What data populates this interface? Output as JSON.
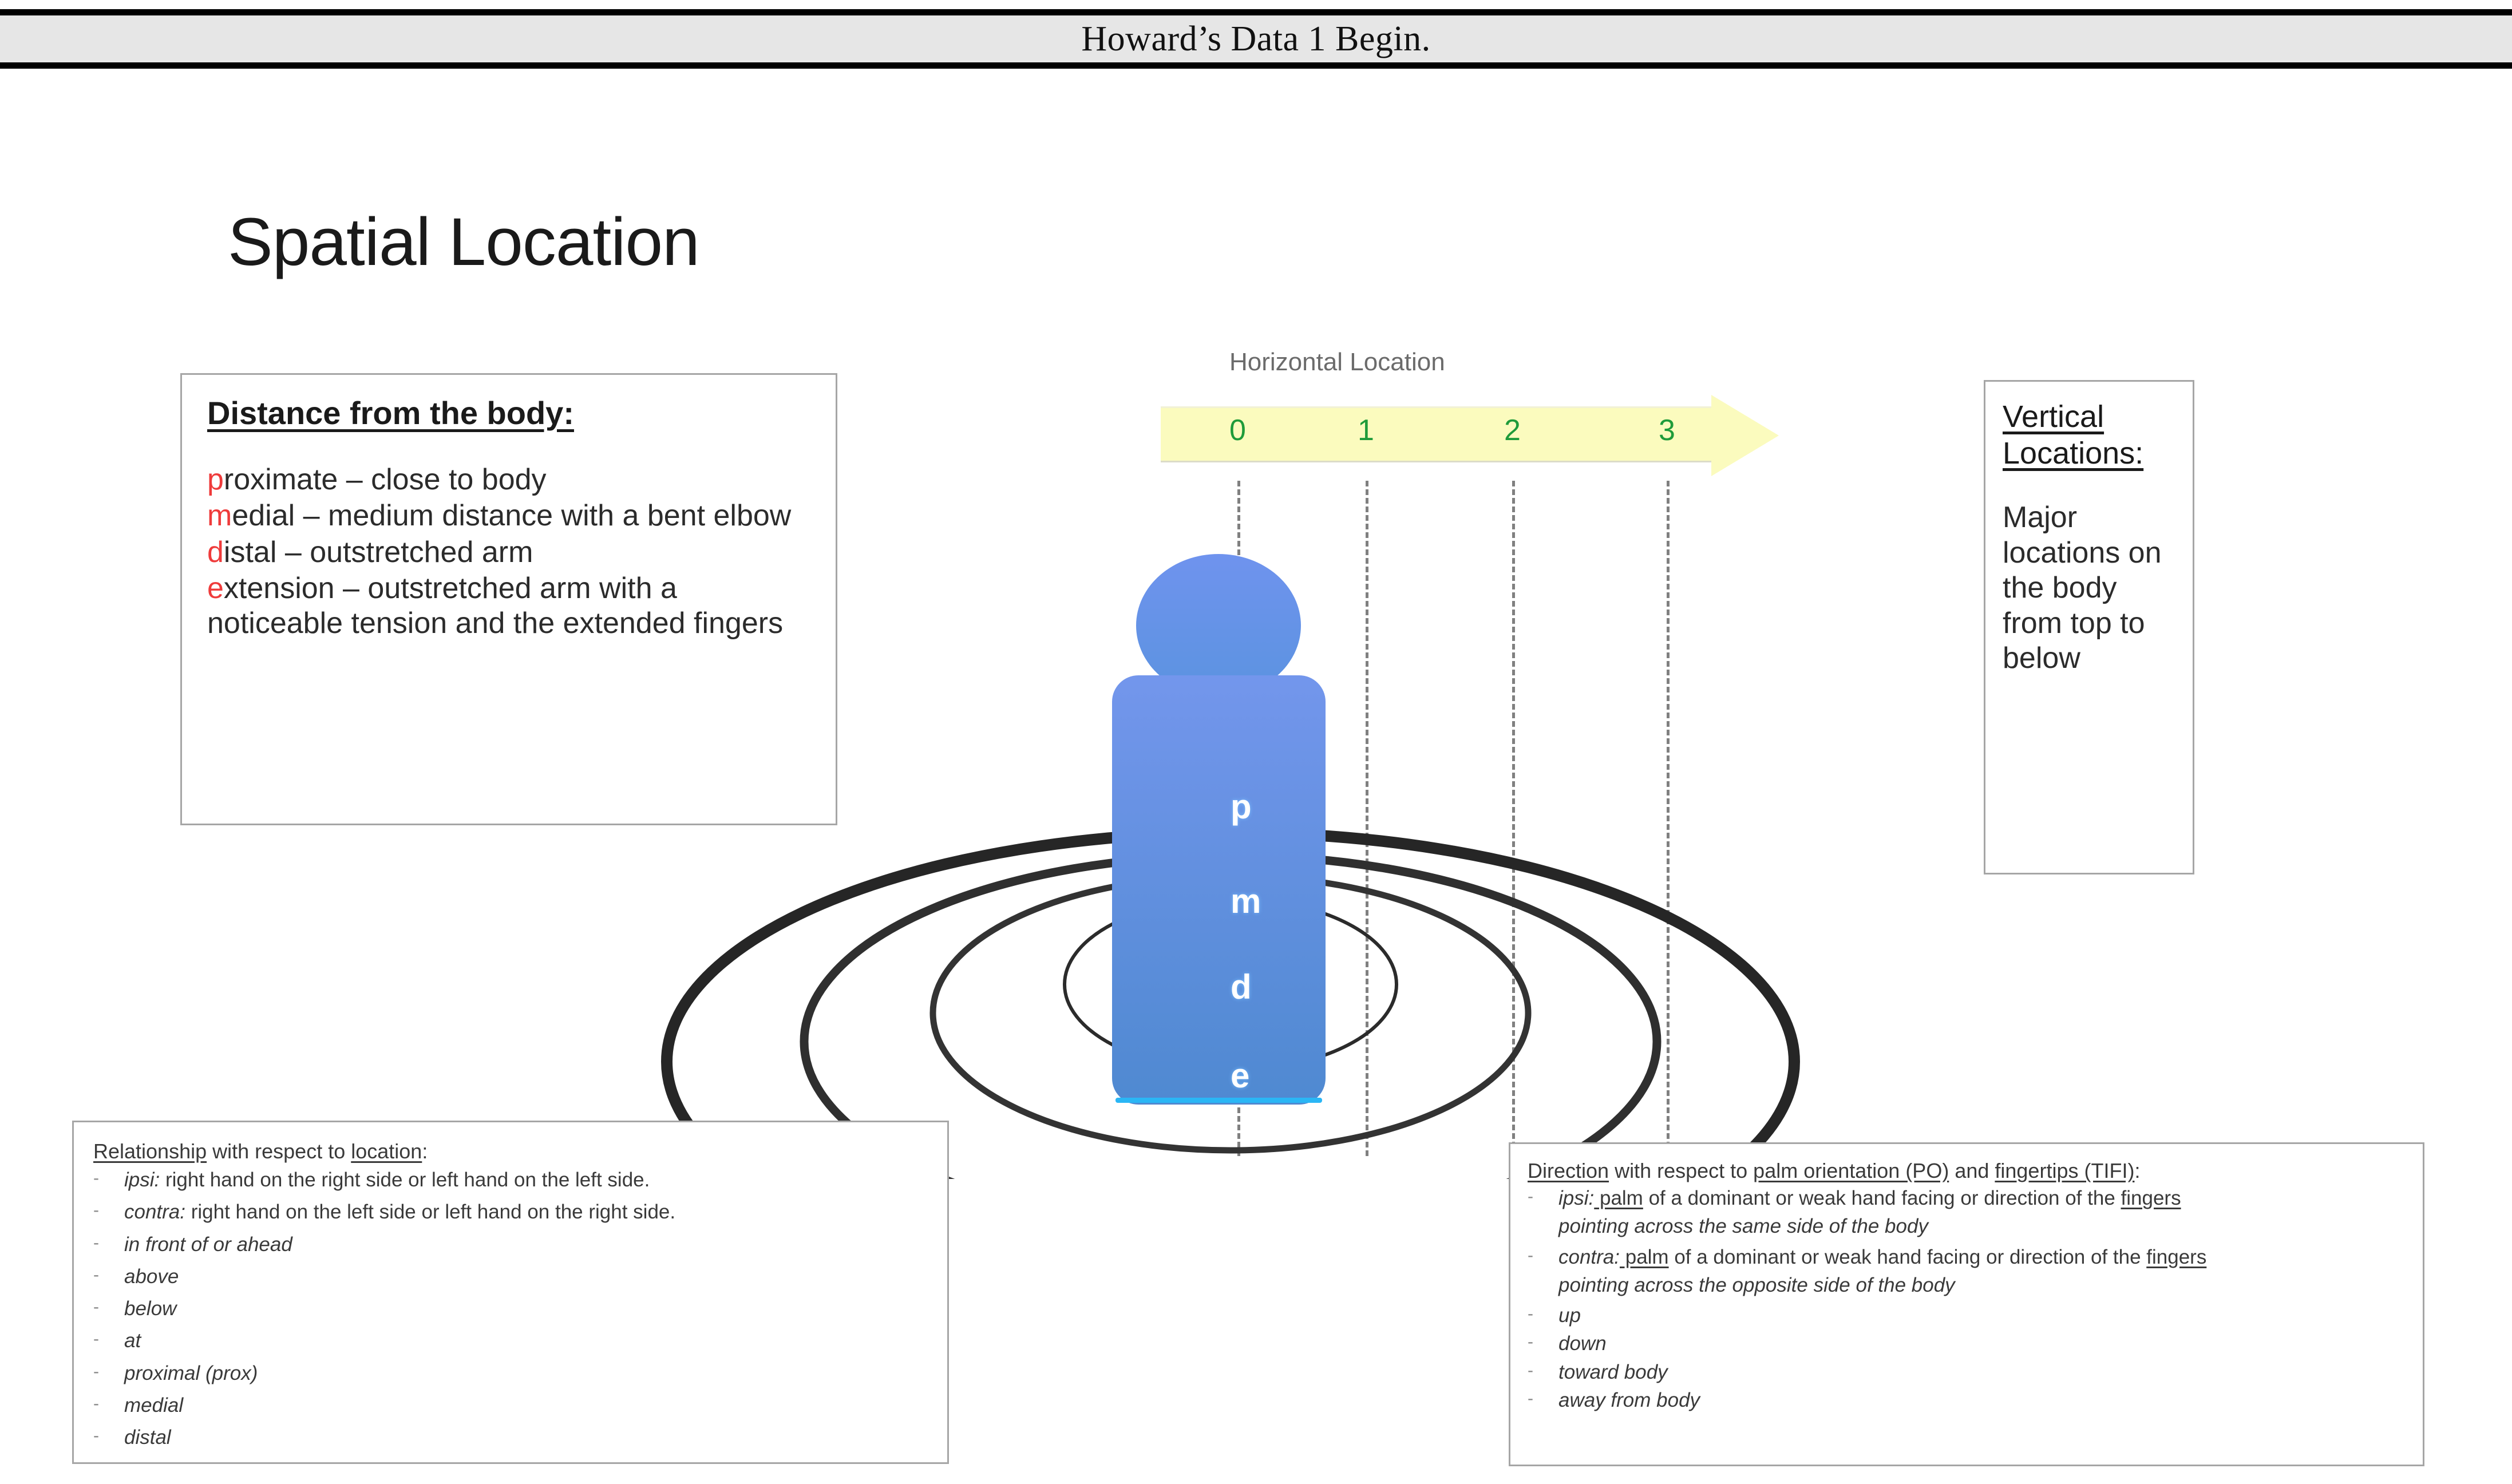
{
  "header": {
    "title": "Howard’s Data 1 Begin."
  },
  "slide": {
    "title": "Spatial Location"
  },
  "distance_box": {
    "heading": "Distance from the body:",
    "entries": [
      {
        "initial": "p",
        "rest": "roximate – close to body"
      },
      {
        "initial": "m",
        "rest": "edial – medium distance with a bent elbow"
      },
      {
        "initial": "d",
        "rest": "istal – outstretched arm"
      },
      {
        "initial": "e",
        "rest": "xtension – outstretched arm with a noticeable tension and the extended fingers"
      }
    ],
    "initial_color": "#ef3b3b"
  },
  "vertical_box": {
    "heading_line1": "Vertical",
    "heading_line2": "Locations:",
    "body": "Major locations on the body from top to below"
  },
  "horizontal_axis": {
    "label": "Horizontal Location",
    "ticks": [
      "0",
      "1",
      "2",
      "3"
    ],
    "tick_color": "#1f9b3a",
    "arrow_color": "#fbfbbe"
  },
  "figure": {
    "segments": [
      "p",
      "m",
      "d",
      "e"
    ],
    "body_color": "#5b8fe0"
  },
  "relationship_box": {
    "heading_parts": [
      {
        "text": "Relationship",
        "underline": true
      },
      {
        "text": " with respect to ",
        "underline": false
      },
      {
        "text": "location",
        "underline": true
      },
      {
        "text": ":",
        "underline": false
      }
    ],
    "items": [
      {
        "term": "ipsi:",
        "rest": " right hand on the right side or left hand on the left side."
      },
      {
        "term": "contra:",
        "rest": " right hand on the left side or left hand on the right side."
      },
      {
        "term": "in front of or ahead",
        "rest": ""
      },
      {
        "term": "above",
        "rest": ""
      },
      {
        "term": "below",
        "rest": ""
      },
      {
        "term": "at",
        "rest": ""
      },
      {
        "term": "proximal (prox)",
        "rest": ""
      },
      {
        "term": "medial",
        "rest": ""
      },
      {
        "term": "distal",
        "rest": ""
      }
    ]
  },
  "direction_box": {
    "heading_parts": [
      {
        "text": "Direction",
        "underline": true
      },
      {
        "text": " with respect to ",
        "underline": false
      },
      {
        "text": "palm orientation (PO)",
        "underline": true
      },
      {
        "text": " and ",
        "underline": false
      },
      {
        "text": "fingertips (TIFI)",
        "underline": true
      },
      {
        "text": ":",
        "underline": false
      }
    ],
    "items": [
      {
        "term": "ipsi:",
        "mid_underlined": " palm",
        "rest": " of a dominant or weak hand facing or direction of the ",
        "tail_underlined": "fingers",
        "continuation": "pointing across the same side of the body"
      },
      {
        "term": "contra:",
        "mid_underlined": " palm",
        "rest": " of a dominant or weak hand facing or direction of the ",
        "tail_underlined": "fingers",
        "continuation": "pointing across the opposite side of the body"
      },
      {
        "term": "up",
        "mid_underlined": "",
        "rest": "",
        "tail_underlined": "",
        "continuation": ""
      },
      {
        "term": "down",
        "mid_underlined": "",
        "rest": "",
        "tail_underlined": "",
        "continuation": ""
      },
      {
        "term": "toward body",
        "mid_underlined": "",
        "rest": "",
        "tail_underlined": "",
        "continuation": ""
      },
      {
        "term": "away from body",
        "mid_underlined": "",
        "rest": "",
        "tail_underlined": "",
        "continuation": ""
      }
    ]
  }
}
